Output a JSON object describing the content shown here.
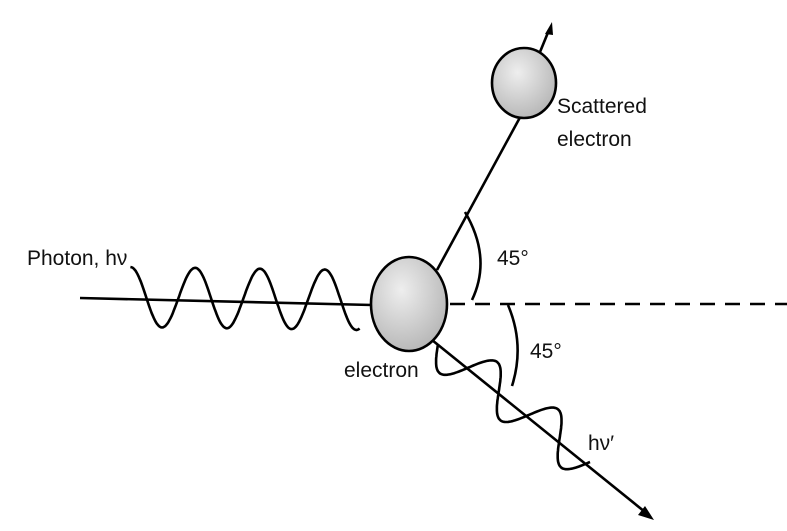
{
  "labels": {
    "photon": "Photon, hν",
    "incident_electron": "electron",
    "scattered_electron_line1": "Scattered",
    "scattered_electron_line2": "electron",
    "angle_upper": "45°",
    "angle_lower": "45°",
    "scattered_photon": "hν′"
  },
  "colors": {
    "stroke": "#000000",
    "electron_fill_light": "#eeeeee",
    "electron_fill_dark": "#b5b5b5"
  }
}
